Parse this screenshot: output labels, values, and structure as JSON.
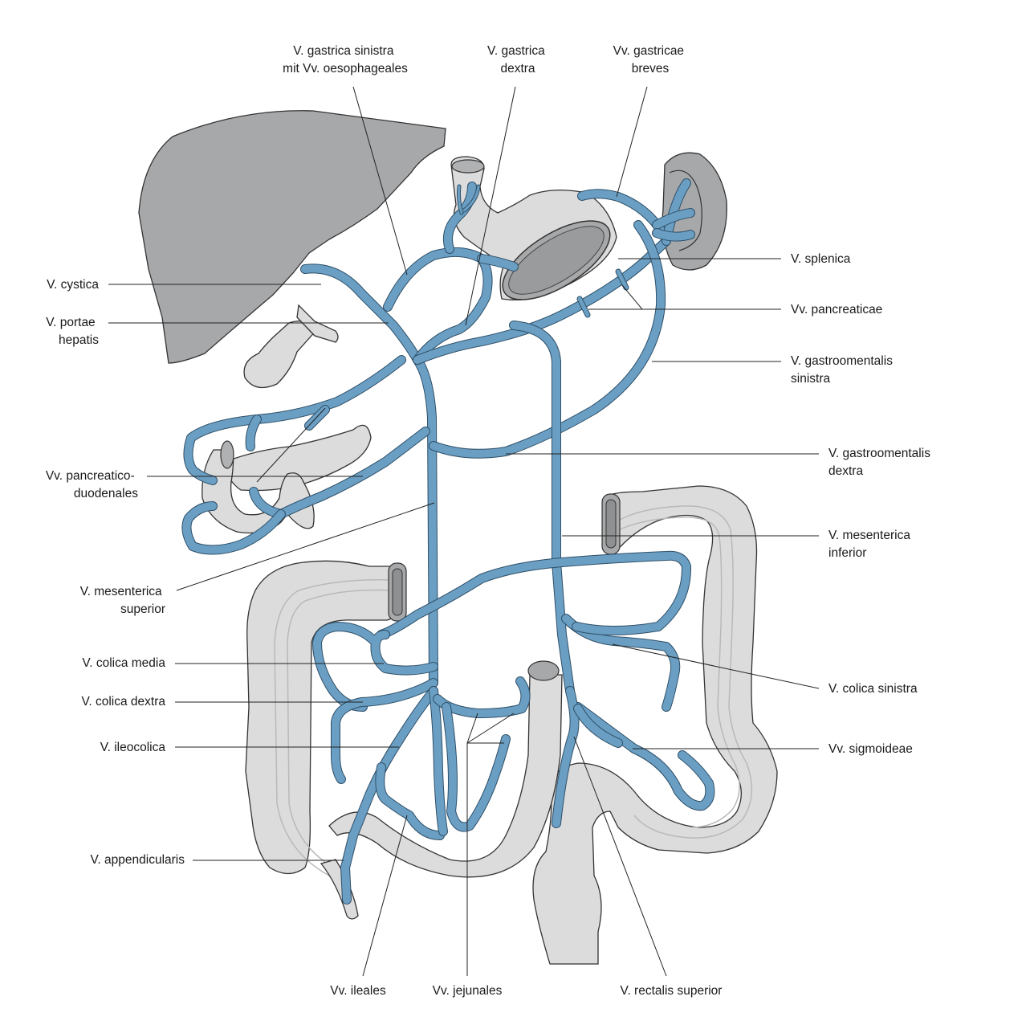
{
  "colors": {
    "vein": "#6a9fc3",
    "vein_outline": "#2f4f68",
    "liver_spleen": "#a7a8aa",
    "organ_light": "#dcdcdd",
    "outline": "#333333",
    "label_text": "#1a1a1a"
  },
  "labels": {
    "v_gastrica_sinistra": [
      "V. gastrica sinistra",
      "mit Vv. oesophageales"
    ],
    "v_gastrica_dextra": [
      "V. gastrica",
      "dextra"
    ],
    "vv_gastricae_breves": [
      "Vv. gastricae",
      "breves"
    ],
    "v_cystica": "V. cystica",
    "v_portae_hepatis": [
      "V. portae",
      "hepatis"
    ],
    "v_splenica": "V. splenica",
    "vv_pancreaticae": "Vv. pancreaticae",
    "v_gastroomentalis_sinistra": [
      "V. gastroomentalis",
      "sinistra"
    ],
    "vv_pancreaticoduodenales": [
      "Vv. pancreatico-",
      "duodenales"
    ],
    "v_gastroomentalis_dextra": [
      "V. gastroomentalis",
      "dextra"
    ],
    "v_mesenterica_inferior": [
      "V. mesenterica",
      "inferior"
    ],
    "v_mesenterica_superior": [
      "V. mesenterica",
      "superior"
    ],
    "v_colica_media": "V. colica media",
    "v_colica_dextra": "V. colica dextra",
    "v_colica_sinistra": "V. colica sinistra",
    "v_ileocolica": "V. ileocolica",
    "vv_sigmoideae": "Vv. sigmoideae",
    "v_appendicularis": "V. appendicularis",
    "vv_ileales": "Vv. ileales",
    "vv_jejunales": "Vv. jejunales",
    "v_rectalis_superior": "V. rectalis superior"
  }
}
